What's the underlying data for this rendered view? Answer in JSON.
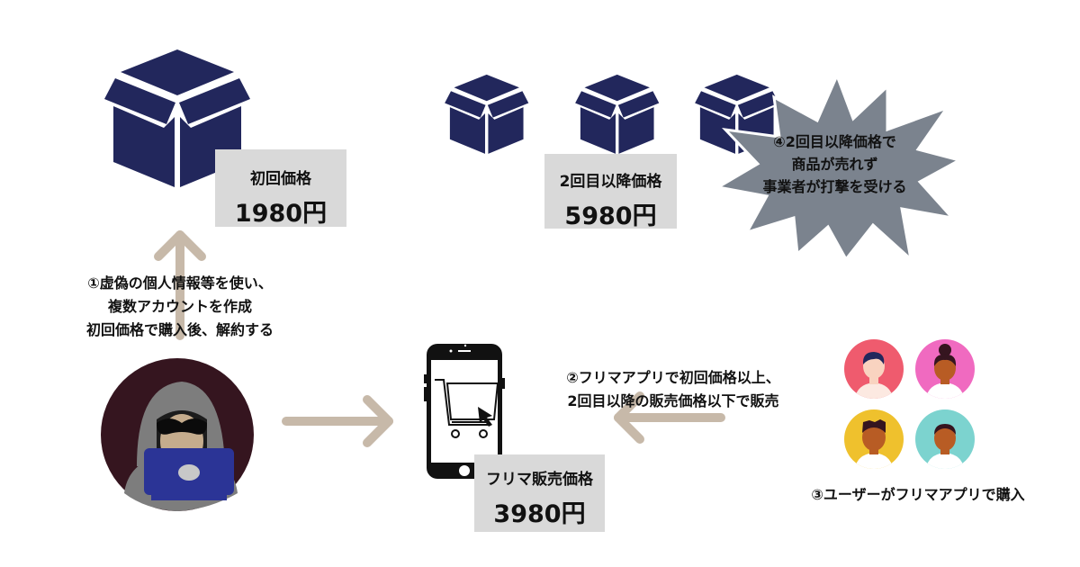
{
  "colors": {
    "box": "#22275c",
    "arrow": "#c7b9a9",
    "price_box_bg": "#d9d9d9",
    "burst": "#7b838e",
    "hacker_bg": "#35151f"
  },
  "initial_price": {
    "label": "初回価格",
    "value": "1980円"
  },
  "subsequent_price": {
    "label": "2回目以降価格",
    "value": "5980円"
  },
  "flea_price": {
    "label": "フリマ販売価格",
    "value": "3980円"
  },
  "burst_text": [
    "④2回目以降価格で",
    "商品が売れず",
    "事業者が打撃を受ける"
  ],
  "step1_text": [
    "①虚偽の個人情報等を使い、",
    "複数アカウントを作成",
    "初回価格で購入後、解約する"
  ],
  "step2_text": [
    "②フリマアプリで初回価格以上、",
    "2回目以降の販売価格以下で販売"
  ],
  "step3_text": "③ユーザーがフリマアプリで購入",
  "icons": {
    "large_box": "package-box-icon",
    "small_boxes": [
      "package-box-icon",
      "package-box-icon",
      "package-box-icon"
    ],
    "hacker": "hooded-hacker-icon",
    "phone": "smartphone-cart-icon",
    "users": [
      "user-avatar-icon",
      "user-avatar-icon",
      "user-avatar-icon",
      "user-avatar-icon"
    ]
  }
}
